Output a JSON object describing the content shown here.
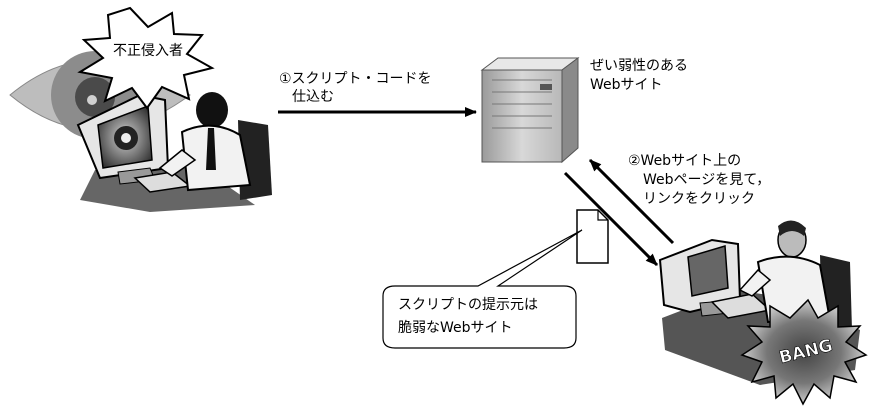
{
  "intruder": {
    "burst_label": "不正侵入者"
  },
  "step1": {
    "line1": "①スクリプト・コードを",
    "line2": "仕込む"
  },
  "server": {
    "line1": "ぜい弱性のある",
    "line2": "Webサイト"
  },
  "step2": {
    "line1": "②Webサイト上の",
    "line2": "Webページを見て，",
    "line3": "リンクをクリック"
  },
  "callout": {
    "line1": "スクリプトの提示元は",
    "line2": "脆弱なWebサイト"
  },
  "victim": {
    "burst_label": "BANG"
  }
}
